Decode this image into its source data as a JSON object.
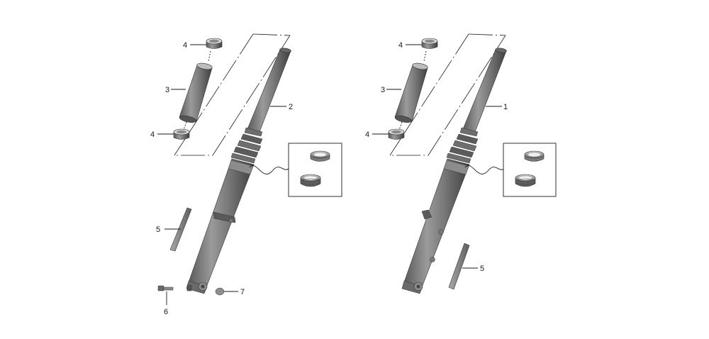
{
  "callouts": {
    "left_part_4_top": "4",
    "left_part_3": "3",
    "left_part_4_bottom": "4",
    "left_part_2": "2",
    "left_part_5": "5",
    "left_part_6": "6",
    "left_part_7": "7",
    "right_part_4_top": "4",
    "right_part_3": "3",
    "right_part_4_bottom": "4",
    "right_part_1": "1",
    "right_part_5": "5"
  }
}
